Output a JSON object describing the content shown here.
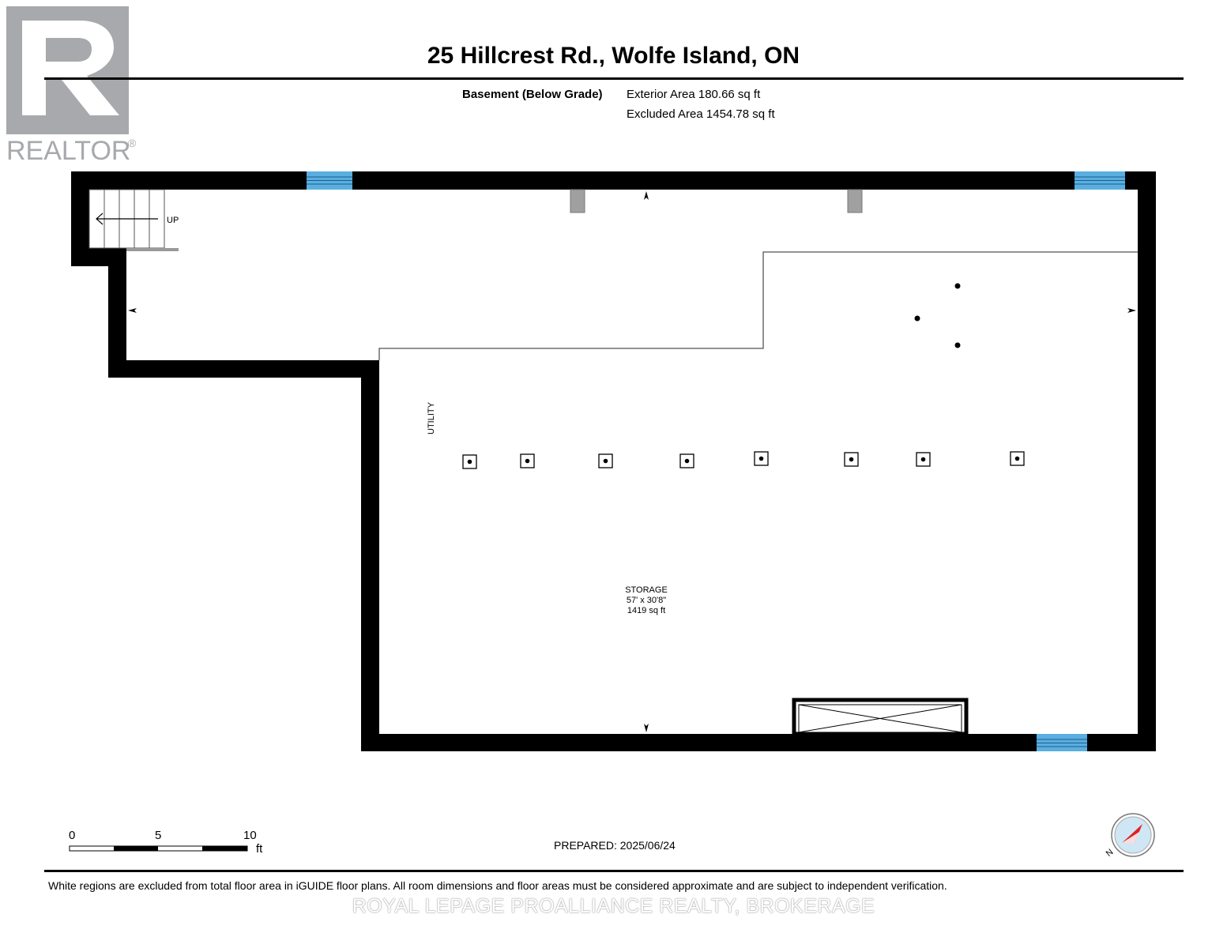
{
  "header": {
    "title": "25 Hillcrest Rd., Wolfe Island, ON",
    "floor_name": "Basement (Below Grade)",
    "exterior_area": "Exterior Area 180.66 sq ft",
    "excluded_area": "Excluded Area 1454.78 sq ft"
  },
  "logo": {
    "text": "REALTOR",
    "icon": "realtor-r-logo",
    "color": "#a7a9ac"
  },
  "plan": {
    "stairs_label": "UP",
    "utility_label": "UTILITY",
    "storage": {
      "name": "STORAGE",
      "dimensions": "57' x 30'8\"",
      "area": "1419 sq ft"
    },
    "wall_color": "#000000",
    "window_color": "#5aaee0"
  },
  "scale": {
    "ticks": [
      "0",
      "5",
      "10"
    ],
    "unit": "ft"
  },
  "prepared": "PREPARED: 2025/06/24",
  "compass": {
    "label": "N",
    "icon": "north-arrow-icon",
    "color": "#e02020"
  },
  "footer": {
    "disclaimer": "White regions are excluded from total floor area in iGUIDE floor plans. All room dimensions and floor areas must be considered approximate and are subject to independent verification.",
    "watermark": "ROYAL LEPAGE PROALLIANCE REALTY, BROKERAGE"
  }
}
